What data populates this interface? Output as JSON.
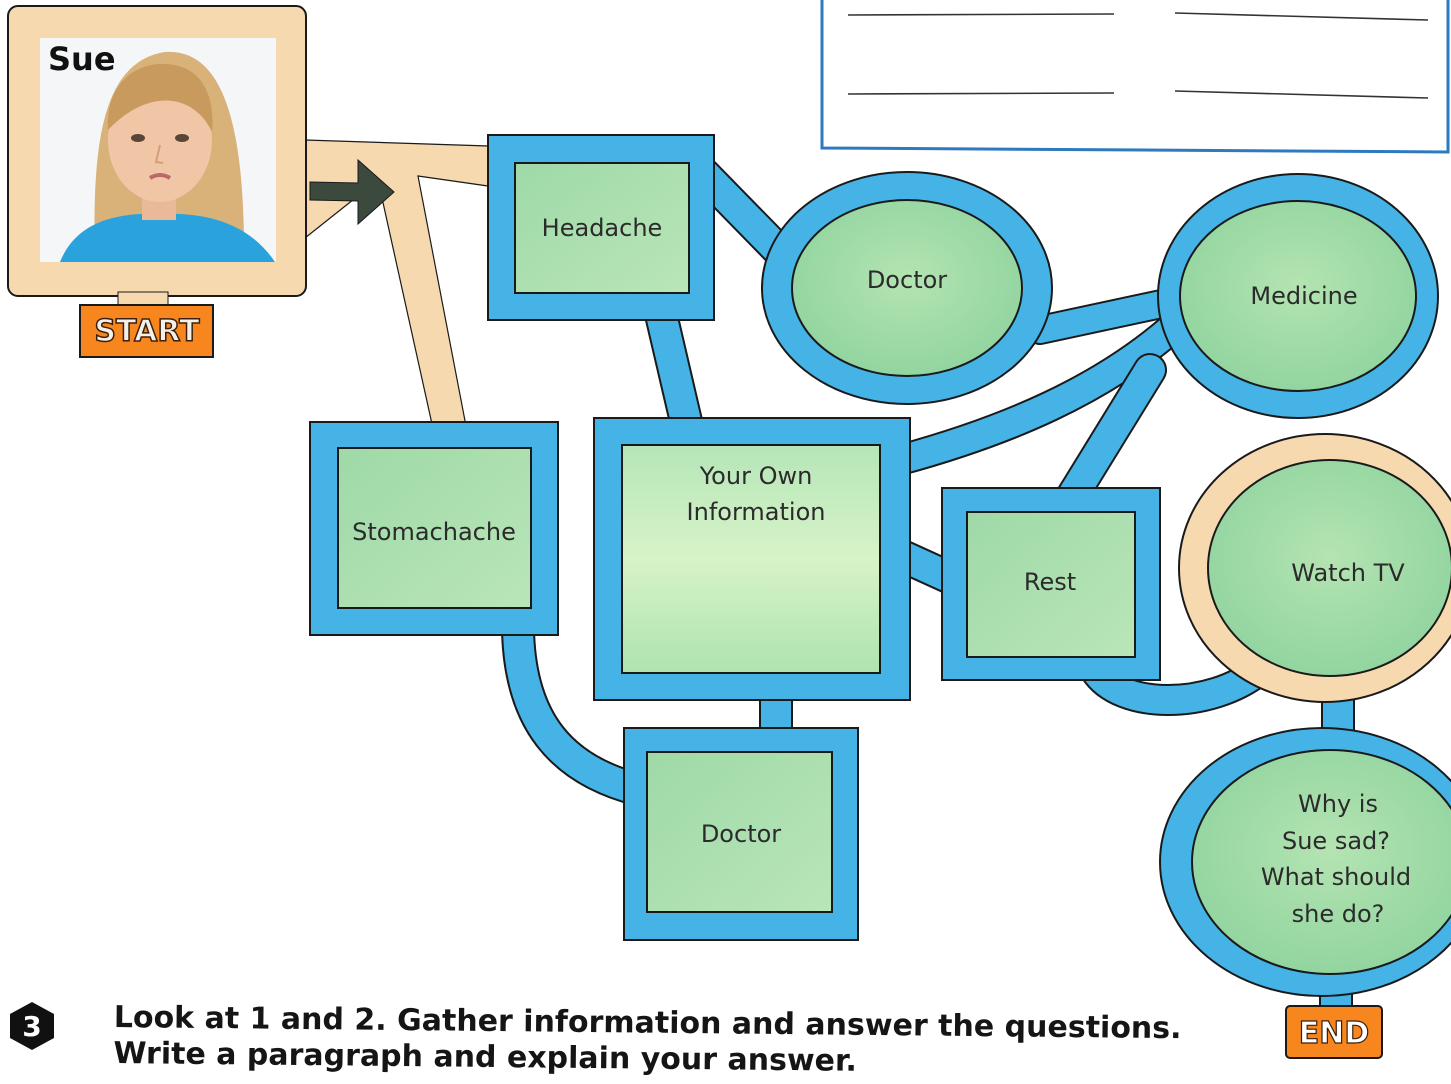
{
  "person": {
    "name": "Sue"
  },
  "tags": {
    "start": "START",
    "end": "END"
  },
  "nodes": {
    "headache": "Headache",
    "doctor_top": "Doctor",
    "medicine": "Medicine",
    "own_info": [
      "Your Own",
      "Information"
    ],
    "stomachache": "Stomachache",
    "rest": "Rest",
    "watch_tv": "Watch TV",
    "doctor_bottom": "Doctor",
    "question": [
      "Why is",
      "Sue sad?",
      "What should",
      "she do?"
    ]
  },
  "instruction": {
    "number": "3",
    "line1": "Look at 1 and 2. Gather information and answer the questions.",
    "line2": "Write a paragraph and explain your answer."
  },
  "colors": {
    "path_blue": "#45b3e6",
    "path_beige": "#f7d9b0",
    "node_green": "#a6deae",
    "tag_orange": "#f7861f",
    "outline": "#1a1a1a"
  }
}
